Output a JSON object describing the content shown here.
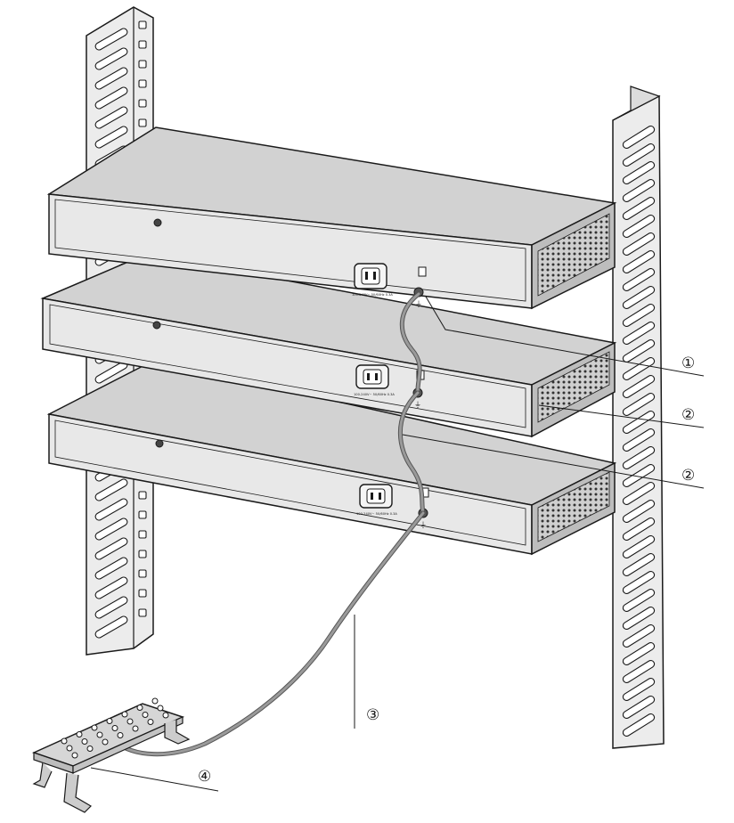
{
  "diagram": {
    "callouts": [
      {
        "id": "callout-1",
        "label": "①"
      },
      {
        "id": "callout-2a",
        "label": "②"
      },
      {
        "id": "callout-2b",
        "label": "②"
      },
      {
        "id": "callout-3",
        "label": "③"
      },
      {
        "id": "callout-4",
        "label": "④"
      }
    ],
    "switches": [
      {
        "id": "switch-top",
        "power_label": "100-240V~ 50/60Hz 0.3A"
      },
      {
        "id": "switch-middle",
        "power_label": "100-240V~ 50/60Hz 0.3A"
      },
      {
        "id": "switch-bottom",
        "power_label": "100-240V~ 50/60Hz 0.3A"
      }
    ],
    "colors": {
      "line": "#1a1a1a",
      "rack_fill": "#ececec",
      "switch_top": "#d2d2d2",
      "switch_front": "#e8e8e8",
      "switch_side": "#bdbdbd",
      "cable": "#8e8e8e",
      "busbar": "#d6d6d6"
    }
  }
}
